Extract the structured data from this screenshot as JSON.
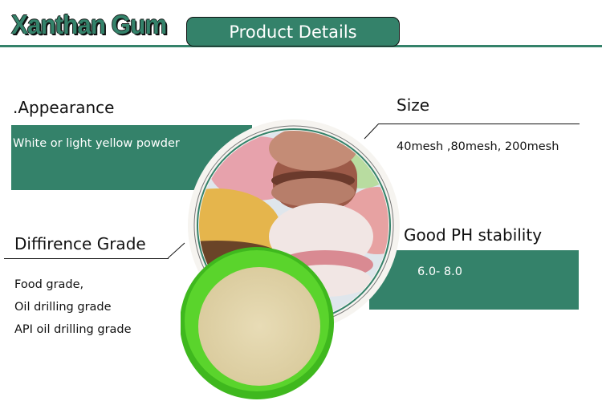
{
  "header": {
    "brand_title": "Xanthan Gum",
    "section_title": "Product Details"
  },
  "colors": {
    "accent_green": "#34826a",
    "bowl_green": "#4fcf2a",
    "powder": "#e5d7ae"
  },
  "features": {
    "appearance": {
      "label": ".Appearance",
      "value": "White or light yellow powder"
    },
    "size": {
      "label": "Size",
      "value": "40mesh ,80mesh, 200mesh"
    },
    "grade": {
      "label": "Diffirence Grade",
      "values": [
        "Food grade,",
        "Oil drilling grade",
        "API oil drilling grade"
      ]
    },
    "ph": {
      "label": "Good PH stability",
      "value": "6.0- 8.0"
    }
  },
  "images": {
    "center": "macarons-and-powder-bowl-photo"
  }
}
